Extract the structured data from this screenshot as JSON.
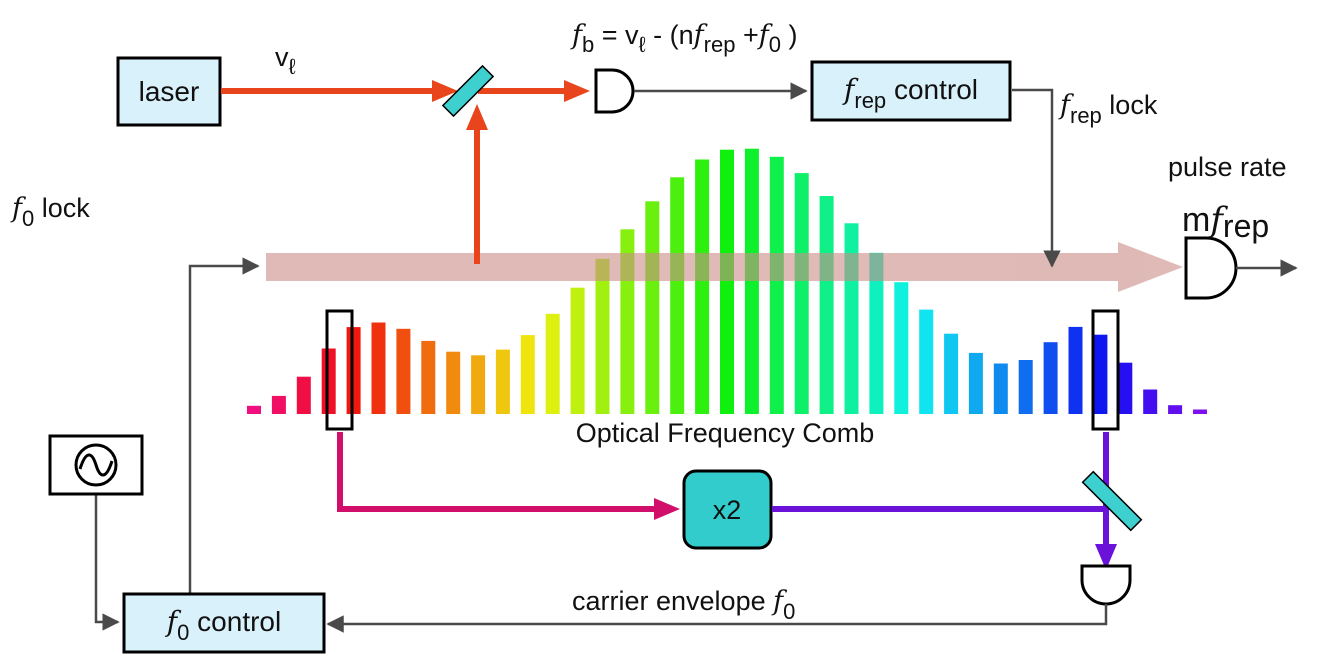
{
  "diagram": {
    "title": "Optical Frequency Comb",
    "colors": {
      "box_fill": "#d9f1fb",
      "laser_beam": "#e8451c",
      "red_branch": "#d10f6a",
      "violet_branch": "#6a12d8",
      "pulse_beam": "#c98c86",
      "mirror": "#3ecfcf",
      "doubler": "#33cccc",
      "wire": "#4a4a4a"
    },
    "boxes": {
      "laser": "laser",
      "rep_control": {
        "symbol": "f",
        "sub": "rep",
        "suffix": " control"
      },
      "f0_control": {
        "symbol": "f",
        "sub": "0",
        "suffix": " control"
      },
      "doubler": "x2"
    },
    "labels": {
      "nu_l": {
        "main": "v",
        "sub": "ℓ"
      },
      "beat_eq": {
        "f": "f",
        "b": "b",
        "eq": " = v",
        "l": "ℓ",
        "mid": " - (n",
        "f2": "f",
        "rep": "rep",
        "plus": " +",
        "f3": "f",
        "zero": "0",
        "close": " )"
      },
      "rep_lock": {
        "symbol": "f",
        "sub": "rep",
        "suffix": " lock"
      },
      "f0_lock": {
        "symbol": "f",
        "sub": "0",
        "suffix": " lock"
      },
      "pulse_rate": "pulse rate",
      "m_frep": {
        "m": "m",
        "symbol": "f",
        "sub": "rep"
      },
      "carrier_envelope": {
        "text": "carrier envelope ",
        "symbol": "f",
        "sub": "0"
      }
    },
    "oscillator_icon": "sine-oscillator-icon",
    "comb_line_count": 39
  }
}
